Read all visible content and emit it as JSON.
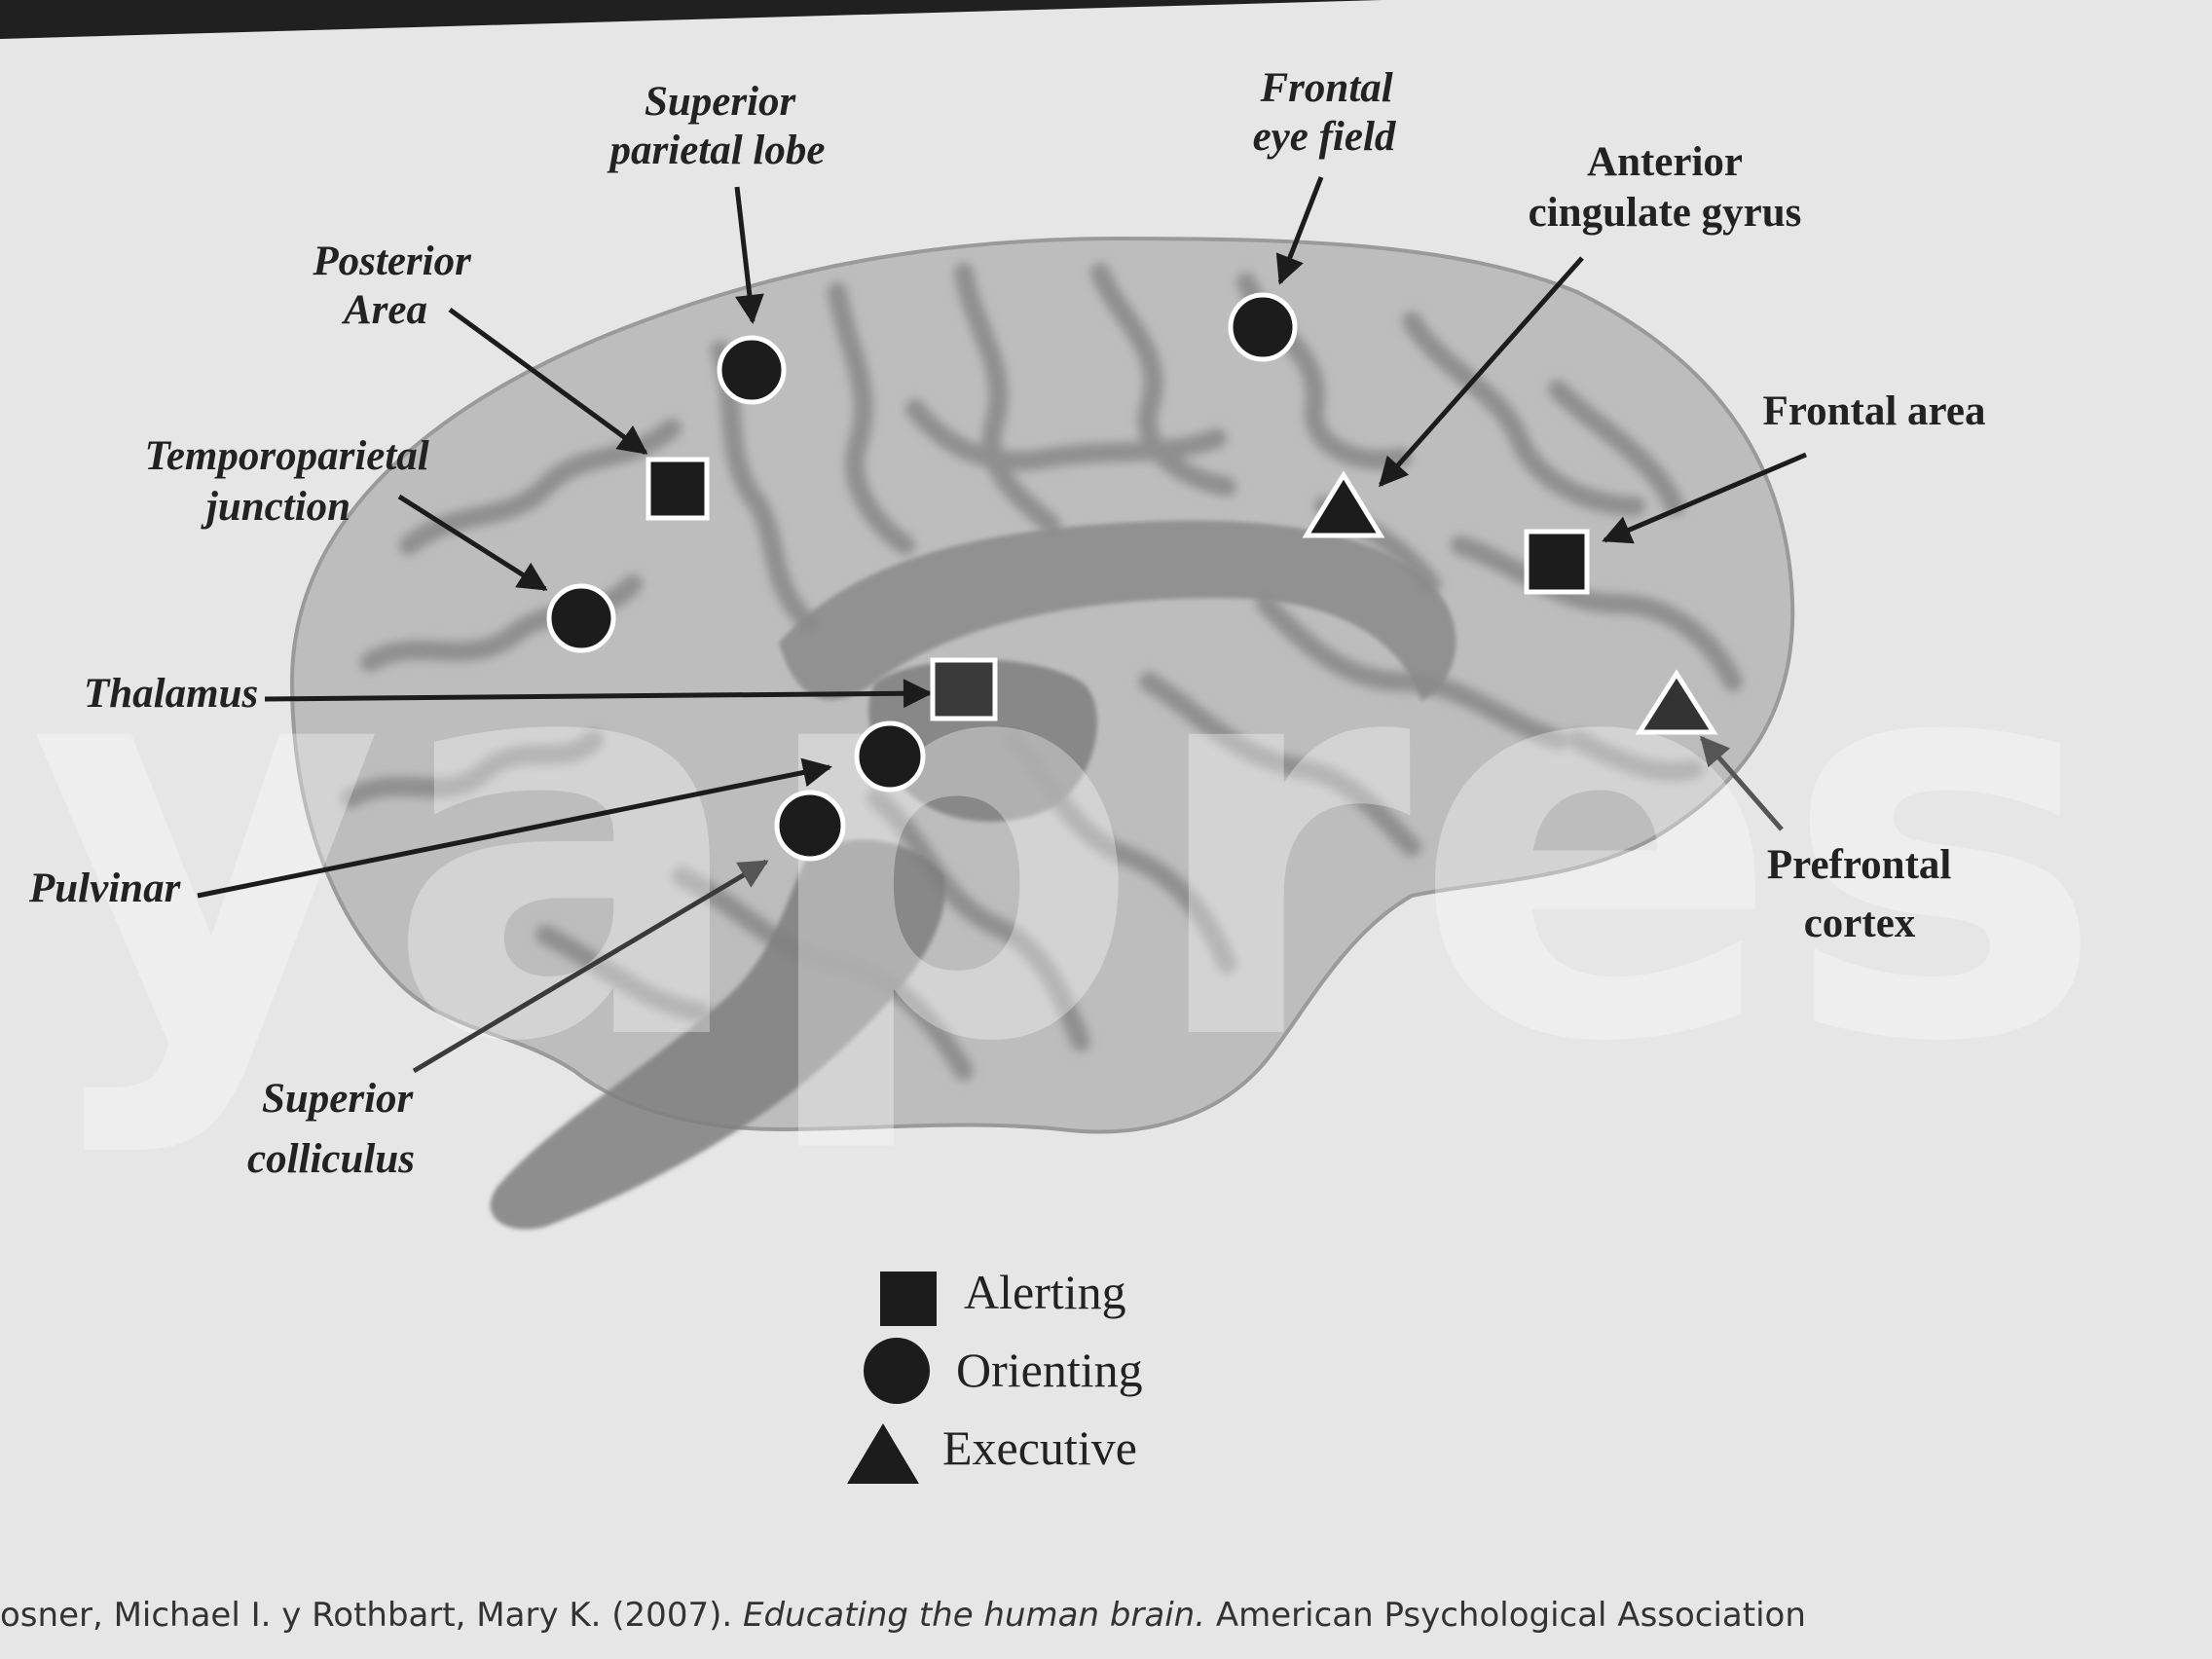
{
  "labels": {
    "superior_parietal_lobe": [
      "Superior",
      "parietal lobe"
    ],
    "frontal_eye_field": [
      "Frontal",
      "eye field"
    ],
    "anterior_cingulate_gyrus": [
      "Anterior",
      "cingulate gyrus"
    ],
    "posterior_area": [
      "Posterior",
      "Area"
    ],
    "temporoparietal_junction": [
      "Temporoparietal",
      "junction"
    ],
    "frontal_area": "Frontal area",
    "thalamus": "Thalamus",
    "pulvinar": "Pulvinar",
    "prefrontal_cortex": [
      "Prefrontal",
      "cortex"
    ],
    "superior_colliculus": [
      "Superior",
      "colliculus"
    ]
  },
  "legend": [
    {
      "shape": "square-icon",
      "label": "Alerting"
    },
    {
      "shape": "circle-icon",
      "label": "Orienting"
    },
    {
      "shape": "triangle-icon",
      "label": "Executive"
    }
  ],
  "watermark": "yapres",
  "citation": {
    "authors": "osner, Michael I. y Rothbart, Mary K. (2007). ",
    "title": "Educating the human brain.",
    "publisher": " American Psychological Association"
  },
  "colors": {
    "background": "#e6e6e6",
    "brain": "#bdbdbd",
    "sulci": "#8f8f8f",
    "marker": "#1c1c1c",
    "text": "#222222"
  }
}
